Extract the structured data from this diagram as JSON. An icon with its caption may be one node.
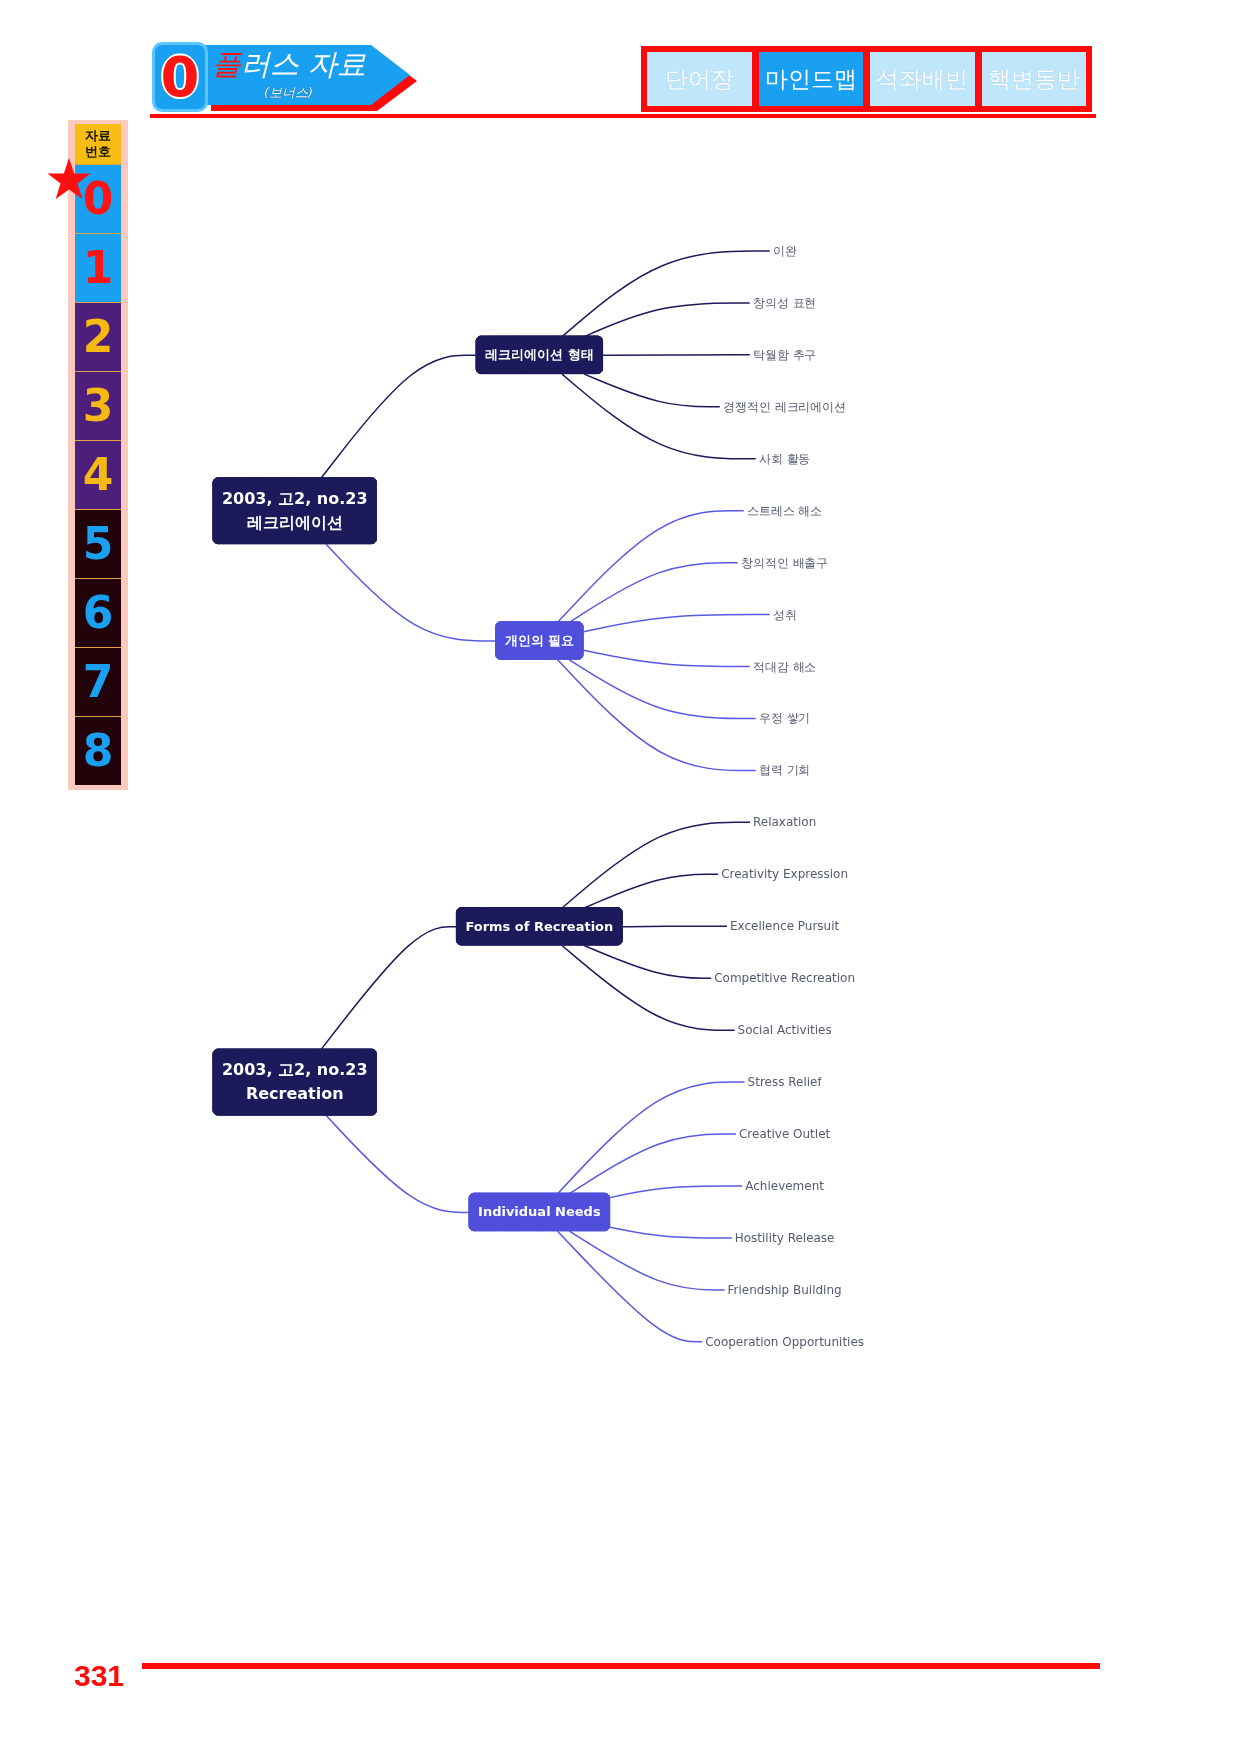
{
  "diagram": {
    "nodes": [
      {
        "text": [
          "2003, 고2, no.23",
          "레크리에이션"
        ]
      },
      {
        "text": [
          "레크리에이션 형태"
        ]
      },
      {
        "text": [
          "이완"
        ]
      },
      {
        "text": [
          "창의성 표현"
        ]
      },
      {
        "text": [
          "탁월함 추구"
        ]
      },
      {
        "text": [
          "경쟁적인 레크리에이션"
        ]
      },
      {
        "text": [
          "사회 활동"
        ]
      },
      {
        "text": [
          "개인의 필요"
        ]
      },
      {
        "text": [
          "스트레스 해소"
        ]
      },
      {
        "text": [
          "창의적인 배출구"
        ]
      },
      {
        "text": [
          "성취"
        ]
      },
      {
        "text": [
          "적대감 해소"
        ]
      },
      {
        "text": [
          "우정 쌓기"
        ]
      },
      {
        "text": [
          "협력 기회"
        ]
      },
      {
        "text": [
          "2003, 고2, no.23",
          "Recreation"
        ]
      },
      {
        "text": [
          "Forms of Recreation"
        ]
      },
      {
        "text": [
          "Relaxation"
        ]
      },
      {
        "text": [
          "Creativity Expression"
        ]
      },
      {
        "text": [
          "Excellence Pursuit"
        ]
      },
      {
        "text": [
          "Competitive Recreation"
        ]
      },
      {
        "text": [
          "Social Activities"
        ]
      },
      {
        "text": [
          "Individual Needs"
        ]
      },
      {
        "text": [
          "Stress Relief"
        ]
      },
      {
        "text": [
          "Creative Outlet"
        ]
      },
      {
        "text": [
          "Achievement"
        ]
      },
      {
        "text": [
          "Hostility Release"
        ]
      },
      {
        "text": [
          "Friendship Building"
        ]
      },
      {
        "text": [
          "Cooperation Opportunities"
        ]
      }
    ],
    "edges": [
      {
        "from": 0,
        "to": 1,
        "arrow": "none",
        "color": "#1c1a5a"
      },
      {
        "from": 1,
        "to": 2,
        "arrow": "none",
        "color": "#1c1a5a"
      },
      {
        "from": 1,
        "to": 3,
        "arrow": "none",
        "color": "#1c1a5a"
      },
      {
        "from": 1,
        "to": 4,
        "arrow": "none",
        "color": "#1c1a5a"
      },
      {
        "from": 1,
        "to": 5,
        "arrow": "none",
        "color": "#1c1a5a"
      },
      {
        "from": 1,
        "to": 6,
        "arrow": "none",
        "color": "#1c1a5a"
      },
      {
        "from": 0,
        "to": 7,
        "arrow": "none"
      },
      {
        "from": 7,
        "to": 8,
        "arrow": "none"
      },
      {
        "from": 7,
        "to": 9,
        "arrow": "none"
      },
      {
        "from": 7,
        "to": 10,
        "arrow": "none"
      },
      {
        "from": 7,
        "to": 11,
        "arrow": "none"
      },
      {
        "from": 7,
        "to": 12,
        "arrow": "none"
      },
      {
        "from": 7,
        "to": 13,
        "arrow": "none"
      },
      {
        "from": 14,
        "to": 15,
        "arrow": "none",
        "color": "#1c1a5a"
      },
      {
        "from": 15,
        "to": 16,
        "arrow": "none",
        "color": "#1c1a5a"
      },
      {
        "from": 15,
        "to": 17,
        "arrow": "none",
        "color": "#1c1a5a"
      },
      {
        "from": 15,
        "to": 18,
        "arrow": "none",
        "color": "#1c1a5a"
      },
      {
        "from": 15,
        "to": 19,
        "arrow": "none",
        "color": "#1c1a5a"
      },
      {
        "from": 15,
        "to": 20,
        "arrow": "none",
        "color": "#1c1a5a"
      },
      {
        "from": 14,
        "to": 21,
        "arrow": "none"
      },
      {
        "from": 21,
        "to": 22,
        "arrow": "none"
      },
      {
        "from": 21,
        "to": 23,
        "arrow": "none"
      },
      {
        "from": 21,
        "to": 24,
        "arrow": "none"
      },
      {
        "from": 21,
        "to": 25,
        "arrow": "none"
      },
      {
        "from": 21,
        "to": 26,
        "arrow": "none"
      },
      {
        "from": 21,
        "to": 27,
        "arrow": "none"
      }
    ],
    "labels": [
      "0",
      "플러스 자료",
      "(보너스)",
      "단어장",
      "마인드맵",
      "석좌배빈",
      "핵변동반",
      "자료 번호",
      "0",
      "1",
      "2",
      "3",
      "4",
      "5",
      "6",
      "7",
      "8",
      "331"
    ]
  }
}
